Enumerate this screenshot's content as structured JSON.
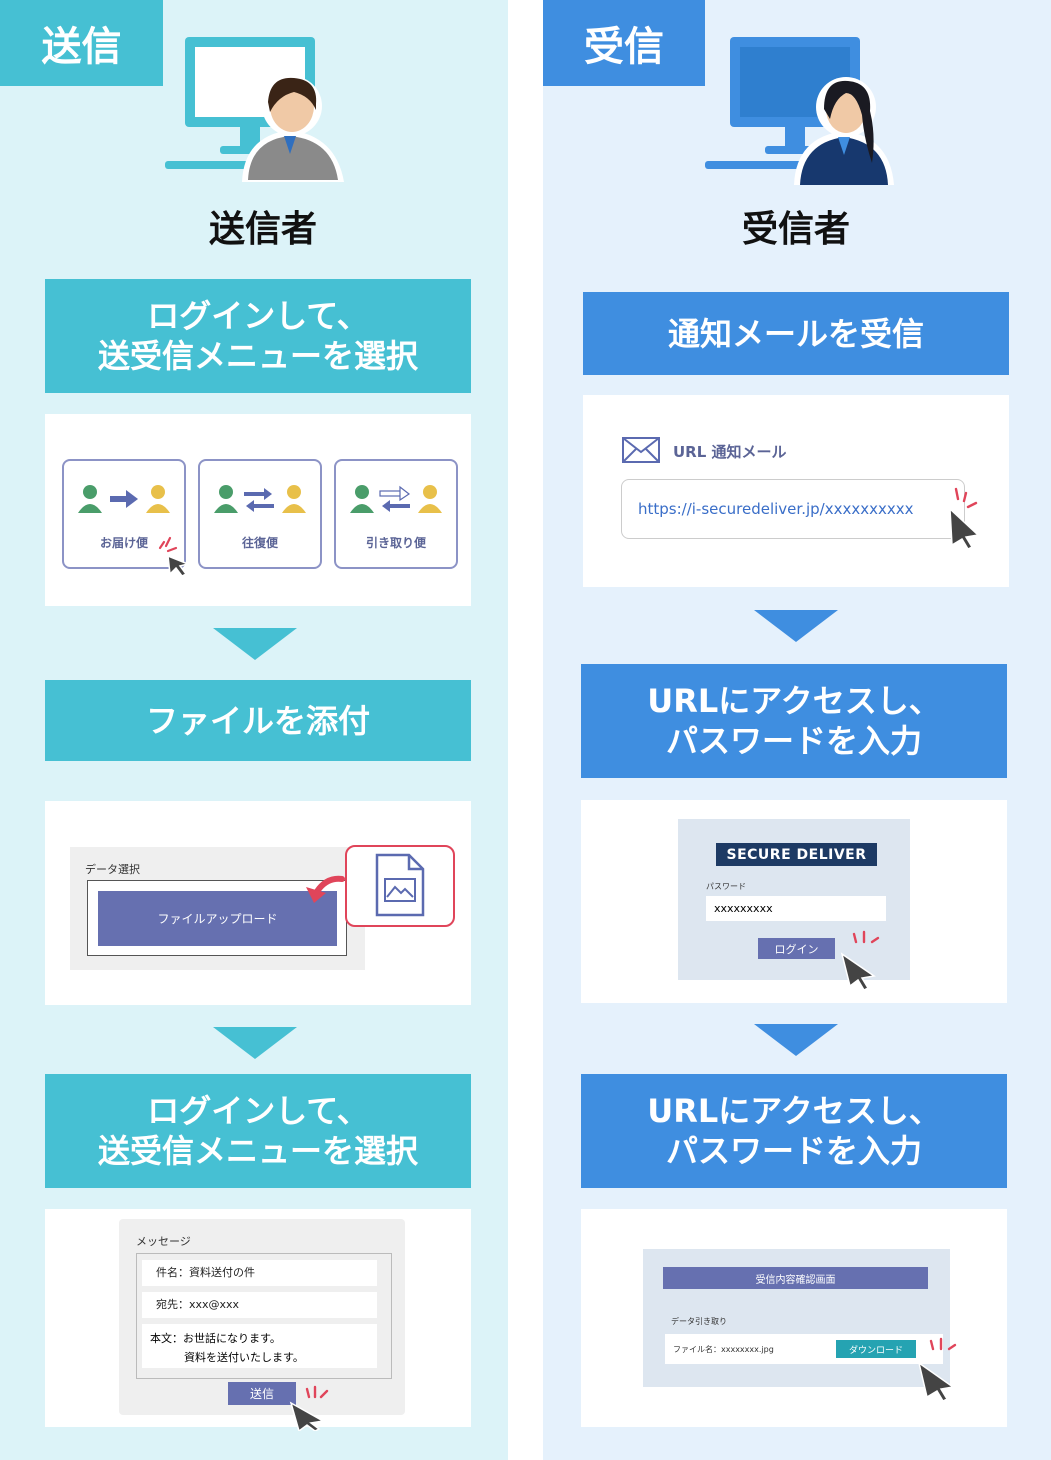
{
  "left": {
    "tag": "送信",
    "role": "送信者",
    "step1": [
      "ログインして、",
      "送受信メニューを選択"
    ],
    "cards": [
      {
        "label": "お届け便"
      },
      {
        "label": "往復便"
      },
      {
        "label": "引き取り便"
      }
    ],
    "step2": "ファイルを添付",
    "upload": {
      "title": "データ選択",
      "button": "ファイルアップロード"
    },
    "step3": [
      "ログインして、",
      "送受信メニューを選択"
    ],
    "message": {
      "title": "メッセージ",
      "subject": "件名：資料送付の件",
      "to": "宛先：xxx@xxx",
      "body1": "本文：お世話になります。",
      "body2": "資料を送付いたします。",
      "send": "送信"
    }
  },
  "right": {
    "tag": "受信",
    "role": "受信者",
    "step1": "通知メールを受信",
    "mail": {
      "title": "URL 通知メール",
      "url": "https://i-securedeliver.jp/xxxxxxxxxx"
    },
    "step2": [
      "URLにアクセスし、",
      "パスワードを入力"
    ],
    "login": {
      "logo": "SECURE DELIVER",
      "label": "パスワード",
      "value": "xxxxxxxxx",
      "button": "ログイン"
    },
    "step3": [
      "URLにアクセスし、",
      "パスワードを入力"
    ],
    "confirm": {
      "header": "受信内容確認画面",
      "section": "データ引き取り",
      "file": "ファイル名：xxxxxxxx.jpg",
      "button": "ダウンロード"
    }
  },
  "colors": {
    "teal": "#46c0d3",
    "blue": "#3f8ee0",
    "purple": "#6670b0",
    "downloadTeal": "#25a3b2"
  }
}
